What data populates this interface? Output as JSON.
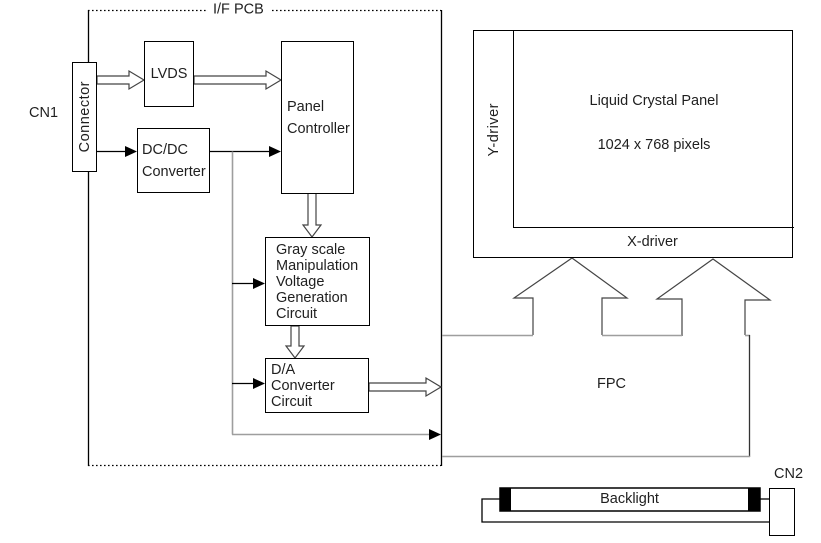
{
  "labels": {
    "if_pcb": "I/F PCB",
    "cn1": "CN1",
    "cn2": "CN2",
    "fpc": "FPC",
    "backlight": "Backlight",
    "x_driver": "X-driver",
    "y_driver": "Y-driver"
  },
  "blocks": {
    "connector": {
      "label": "Connector"
    },
    "lvds": {
      "label": "LVDS"
    },
    "dcdc": {
      "line1": "DC/DC",
      "line2": "Converter"
    },
    "panel_controller": {
      "line1": "Panel",
      "line2": "Controller"
    },
    "grayscale": {
      "line1": "Gray scale",
      "line2": "Manipulation",
      "line3": "Voltage",
      "line4": "Generation",
      "line5": "Circuit"
    },
    "da_converter": {
      "line1": "D/A",
      "line2": "Converter",
      "line3": "Circuit"
    }
  },
  "lcd": {
    "title": "Liquid Crystal Panel",
    "resolution": "1024 x 768 pixels"
  },
  "colors": {
    "background": "#ffffff",
    "line": "#000000",
    "gray_line": "#9e9e9e",
    "arrow_outline": "#444444",
    "text": "#1f1f1f"
  }
}
